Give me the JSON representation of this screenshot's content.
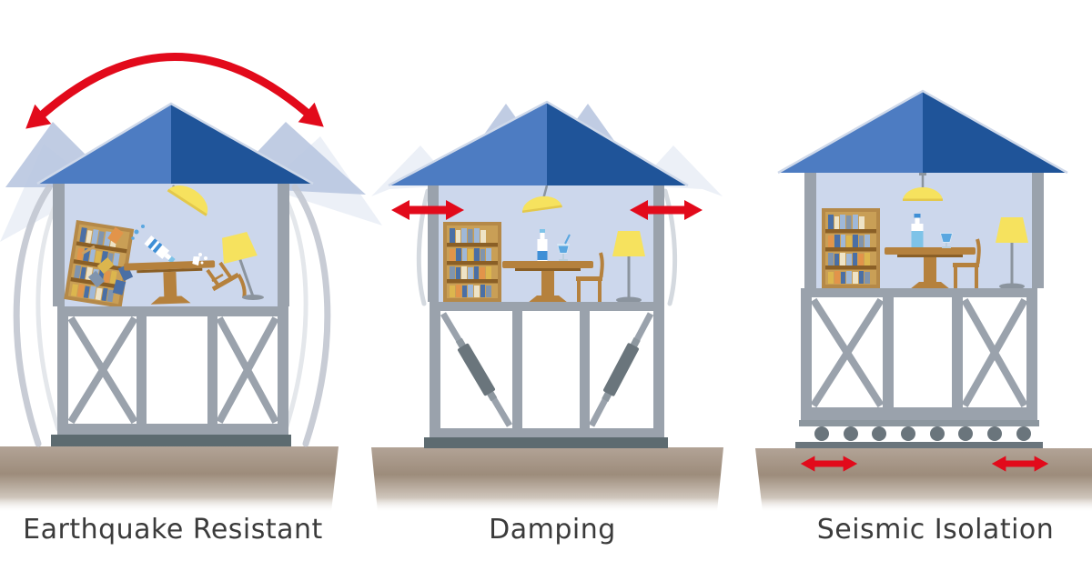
{
  "diagram_title": "",
  "panels": [
    {
      "id": "earthquake-resistant",
      "label": "Earthquake Resistant",
      "motion_icon": "sway-arc-double-arrow",
      "structure_icon": "x-cross-braces"
    },
    {
      "id": "damping",
      "label": "Damping",
      "motion_icon": "horizontal-double-arrows-at-eaves",
      "structure_icon": "diagonal-dampers"
    },
    {
      "id": "seismic-isolation",
      "label": "Seismic Isolation",
      "motion_icon": "horizontal-double-arrows-at-ground",
      "structure_icon": "x-braces-on-rollers"
    }
  ],
  "colors": {
    "accent_red": "#e20a1b",
    "roof_light": "#4d7cc2",
    "roof_dark": "#1f5499",
    "roof_edge": "#cfd9ea",
    "ghost_blue": "#b9c6e0",
    "ghost_pale": "#dce3f0",
    "wall": "#ccd7ec",
    "frame": "#9aa2ac",
    "frame_dark": "#8d979f",
    "plate_dark": "#5d6b70",
    "roller": "#6a757c",
    "ground_1": "#b2a396",
    "ground_2": "#9d8c7b",
    "ground_3": "#cfc6bc",
    "wood": "#b5813d",
    "wood_dark": "#8a5f26",
    "wood_mid": "#b58948",
    "shelf_back": "#c99f56",
    "lamp_yellow": "#f6e25e",
    "lamp_yellow_dark": "#e3c84b",
    "metal": "#8b949e",
    "bottle_blue": "#3f8fd6",
    "bottle_light": "#7ec3e8",
    "drink": "#5aa7e0",
    "glass": "#d7e7f5",
    "book_1": "#4a6fa5",
    "book_2": "#9fb8d8",
    "book_3": "#e2944a",
    "book_4": "#eee3c6",
    "book_5": "#8094ad",
    "book_6": "#dcb64e",
    "stick": "#c8a166",
    "text": "#3b3b3b"
  }
}
